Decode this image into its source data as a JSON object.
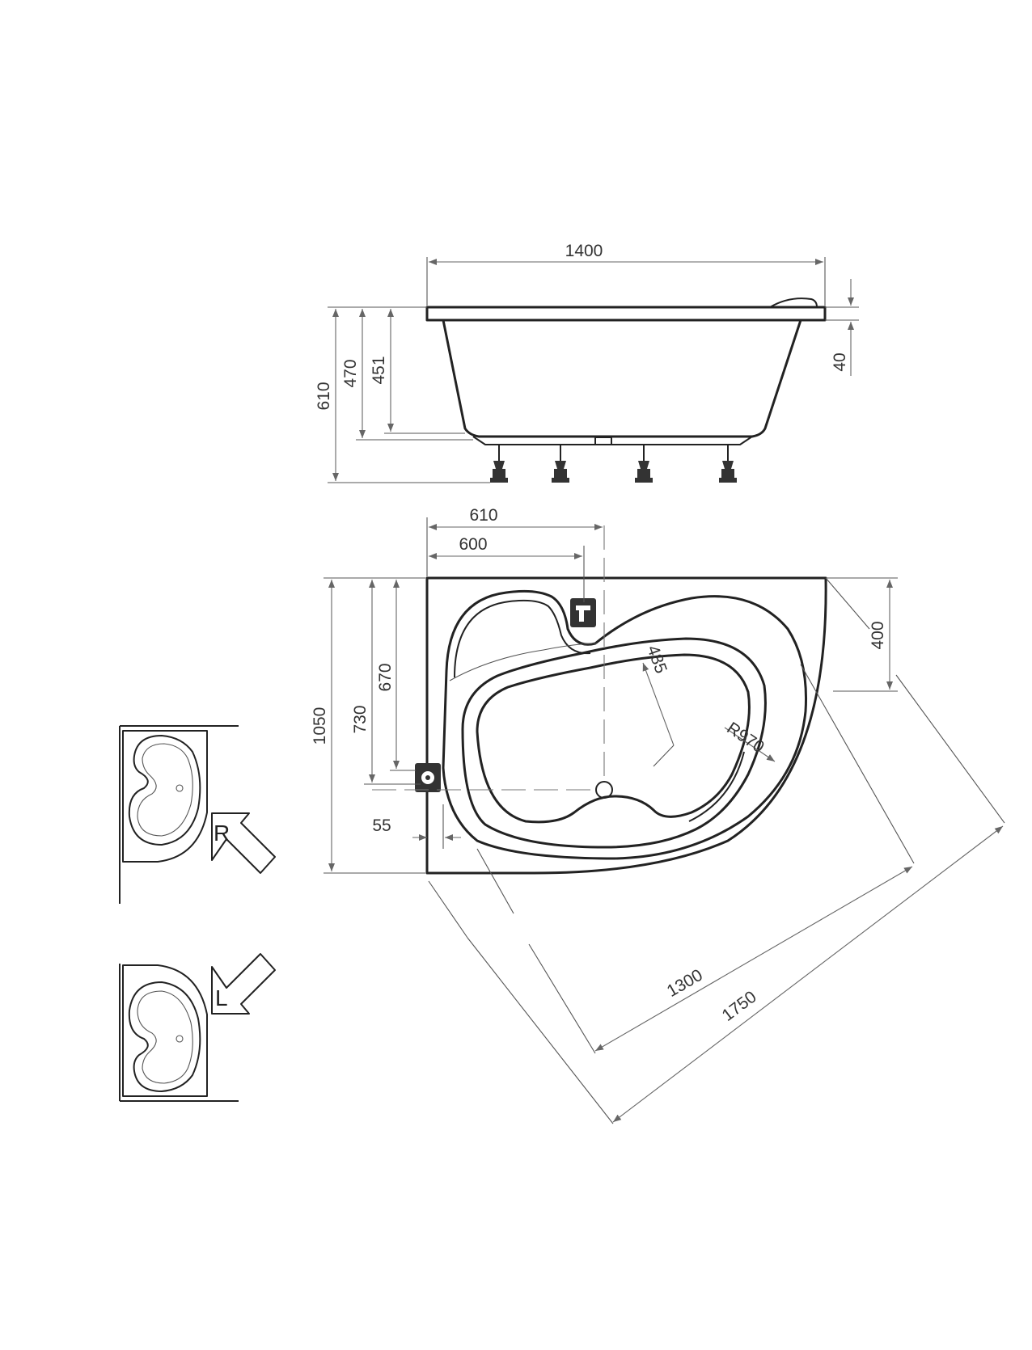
{
  "dimensions": {
    "side_width": "1400",
    "side_height_total": "610",
    "side_height_rim": "470",
    "side_height_inner": "451",
    "rim_thickness": "40",
    "plan_610": "610",
    "plan_600": "600",
    "plan_depth_1050": "1050",
    "plan_730": "730",
    "plan_670": "670",
    "plan_55": "55",
    "plan_485": "485",
    "plan_radius": "R970",
    "plan_400": "400",
    "plan_diag_1300": "1300",
    "plan_diag_1750": "1750"
  },
  "variants": {
    "right_letter": "R",
    "left_letter": "L"
  }
}
